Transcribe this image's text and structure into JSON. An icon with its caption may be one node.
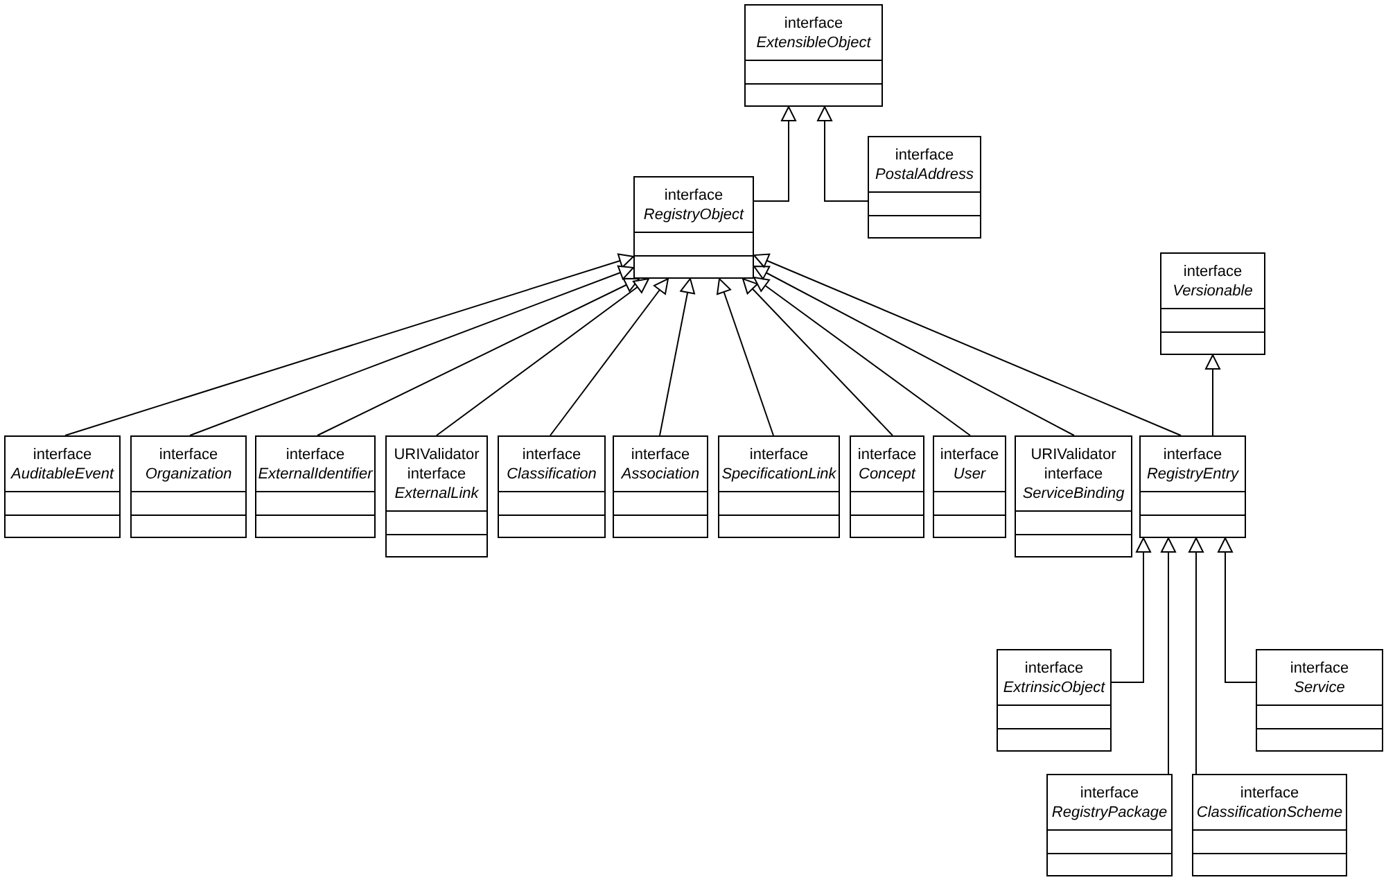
{
  "diagram": {
    "nodes": [
      {
        "text": [
          "interface",
          "ExtensibleObject"
        ]
      },
      {
        "text": [
          "interface",
          "PostalAddress"
        ]
      },
      {
        "text": [
          "interface",
          "RegistryObject"
        ]
      },
      {
        "text": [
          "interface",
          "Versionable"
        ]
      },
      {
        "text": [
          "interface",
          "AuditableEvent"
        ]
      },
      {
        "text": [
          "interface",
          "Organization"
        ]
      },
      {
        "text": [
          "interface",
          "ExternalIdentifier"
        ]
      },
      {
        "text": [
          "URIValidator",
          "interface",
          "ExternalLink"
        ]
      },
      {
        "text": [
          "interface",
          "Classification"
        ]
      },
      {
        "text": [
          "interface",
          "Association"
        ]
      },
      {
        "text": [
          "interface",
          "SpecificationLink"
        ]
      },
      {
        "text": [
          "interface",
          "Concept"
        ]
      },
      {
        "text": [
          "interface",
          "User"
        ]
      },
      {
        "text": [
          "URIValidator",
          "interface",
          "ServiceBinding"
        ]
      },
      {
        "text": [
          "interface",
          "RegistryEntry"
        ]
      },
      {
        "text": [
          "interface",
          "ExtrinsicObject"
        ]
      },
      {
        "text": [
          "interface",
          "Service"
        ]
      },
      {
        "text": [
          "interface",
          "RegistryPackage"
        ]
      },
      {
        "text": [
          "interface",
          "ClassificationScheme"
        ]
      }
    ],
    "edges": [
      {
        "from": 2,
        "to": 0,
        "arrow": "to"
      },
      {
        "from": 1,
        "to": 0,
        "arrow": "to"
      },
      {
        "from": 4,
        "to": 2,
        "arrow": "to"
      },
      {
        "from": 5,
        "to": 2,
        "arrow": "to"
      },
      {
        "from": 6,
        "to": 2,
        "arrow": "to"
      },
      {
        "from": 7,
        "to": 2,
        "arrow": "to"
      },
      {
        "from": 8,
        "to": 2,
        "arrow": "to"
      },
      {
        "from": 9,
        "to": 2,
        "arrow": "to"
      },
      {
        "from": 10,
        "to": 2,
        "arrow": "to"
      },
      {
        "from": 11,
        "to": 2,
        "arrow": "to"
      },
      {
        "from": 12,
        "to": 2,
        "arrow": "to"
      },
      {
        "from": 13,
        "to": 2,
        "arrow": "to"
      },
      {
        "from": 14,
        "to": 2,
        "arrow": "to"
      },
      {
        "from": 14,
        "to": 3,
        "arrow": "to"
      },
      {
        "from": 15,
        "to": 14,
        "arrow": "to"
      },
      {
        "from": 17,
        "to": 14,
        "arrow": "to"
      },
      {
        "from": 18,
        "to": 14,
        "arrow": "to"
      },
      {
        "from": 16,
        "to": 14,
        "arrow": "to"
      }
    ]
  }
}
